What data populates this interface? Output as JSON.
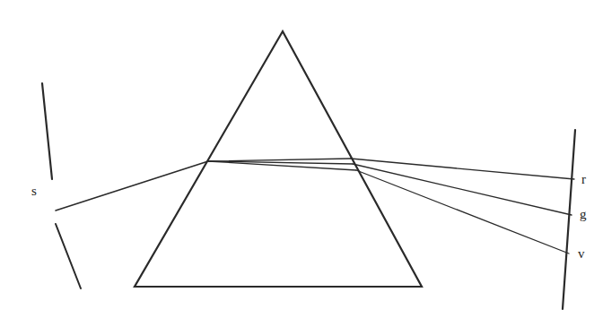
{
  "diagram": {
    "labels": [
      "s",
      "r",
      "g",
      "v"
    ]
  }
}
